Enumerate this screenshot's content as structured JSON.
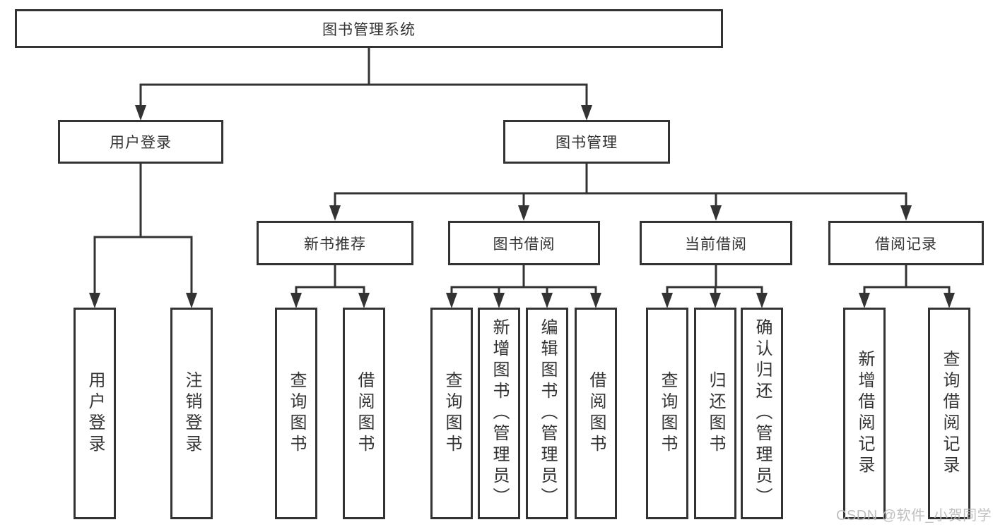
{
  "diagram": {
    "root": {
      "label": "图书管理系统"
    },
    "branches": [
      {
        "label": "用户登录",
        "children": [
          {
            "label": "用户登录"
          },
          {
            "label": "注销登录"
          }
        ]
      },
      {
        "label": "图书管理",
        "children": [
          {
            "label": "新书推荐",
            "children": [
              {
                "label": "查询图书"
              },
              {
                "label": "借阅图书"
              }
            ]
          },
          {
            "label": "图书借阅",
            "children": [
              {
                "label": "查询图书"
              },
              {
                "label": "新增图书（管理员）"
              },
              {
                "label": "编辑图书（管理员）"
              },
              {
                "label": "借阅图书"
              }
            ]
          },
          {
            "label": "当前借阅",
            "children": [
              {
                "label": "查询图书"
              },
              {
                "label": "归还图书"
              },
              {
                "label": "确认归还（管理员）"
              }
            ]
          },
          {
            "label": "借阅记录",
            "children": [
              {
                "label": "新增借阅记录"
              },
              {
                "label": "查询借阅记录"
              }
            ]
          }
        ]
      }
    ],
    "watermark": "CSDN @软件_小贺同学",
    "colors": {
      "line": "#333333",
      "background": "#ffffff",
      "watermark": "#bababa"
    }
  }
}
